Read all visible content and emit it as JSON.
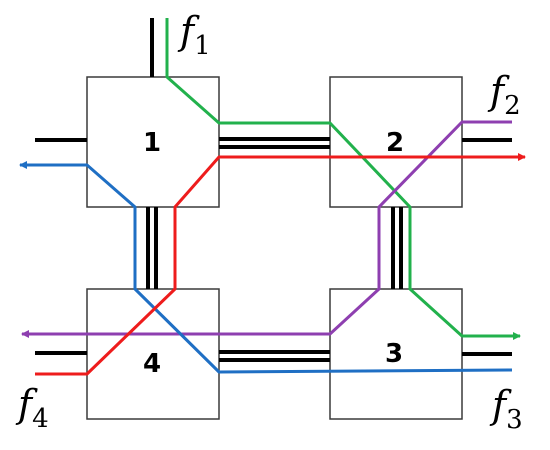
{
  "nodes": [
    {
      "id": "1",
      "label": "1"
    },
    {
      "id": "2",
      "label": "2"
    },
    {
      "id": "3",
      "label": "3"
    },
    {
      "id": "4",
      "label": "4"
    }
  ],
  "flows": [
    {
      "id": "f1",
      "symbol": "f",
      "subscript": "1",
      "color": "#22b14c"
    },
    {
      "id": "f2",
      "symbol": "f",
      "subscript": "2",
      "color": "#8e3fb0"
    },
    {
      "id": "f3",
      "symbol": "f",
      "subscript": "3",
      "color": "#1f6fc4"
    },
    {
      "id": "f4",
      "symbol": "f",
      "subscript": "4",
      "color": "#ee1c1c"
    }
  ]
}
